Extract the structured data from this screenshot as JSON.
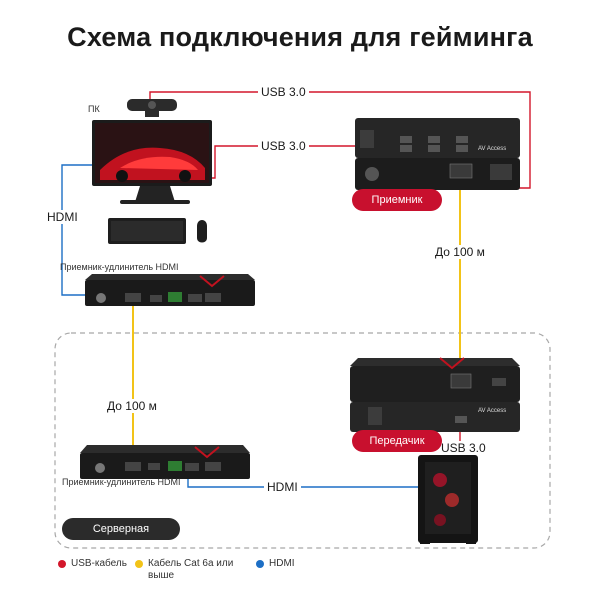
{
  "title": "Схема подключения для гейминга",
  "labels": {
    "pc": "ПК",
    "usb_top": "USB 3.0",
    "usb_mid": "USB 3.0",
    "hdmi_left": "HDMI",
    "extender_top": "Приемник-удлинитель HDMI",
    "extender_bottom": "Приемник-удлинитель HDMI",
    "dist_right": "До 100 м",
    "dist_left": "До 100 м",
    "usb_bottom": "USB 3.0",
    "hdmi_bottom": "HDMI",
    "brand_top": "AV Access",
    "brand_bottom": "AV Access"
  },
  "badges": {
    "receiver": "Приемник",
    "transmitter": "Передачик",
    "server_room": "Серверная"
  },
  "legend": [
    {
      "label": "USB-кабель",
      "color": "#d3172b"
    },
    {
      "label": "Кабель Cat 6a или выше",
      "color": "#f2c318"
    },
    {
      "label": "HDMI",
      "color": "#1d6fc5"
    }
  ],
  "colors": {
    "usb": "#d3172b",
    "cat": "#f2c318",
    "hdmi": "#1d6fc5",
    "badge_red": "#c8102e",
    "badge_dark": "#2b2b2b"
  }
}
